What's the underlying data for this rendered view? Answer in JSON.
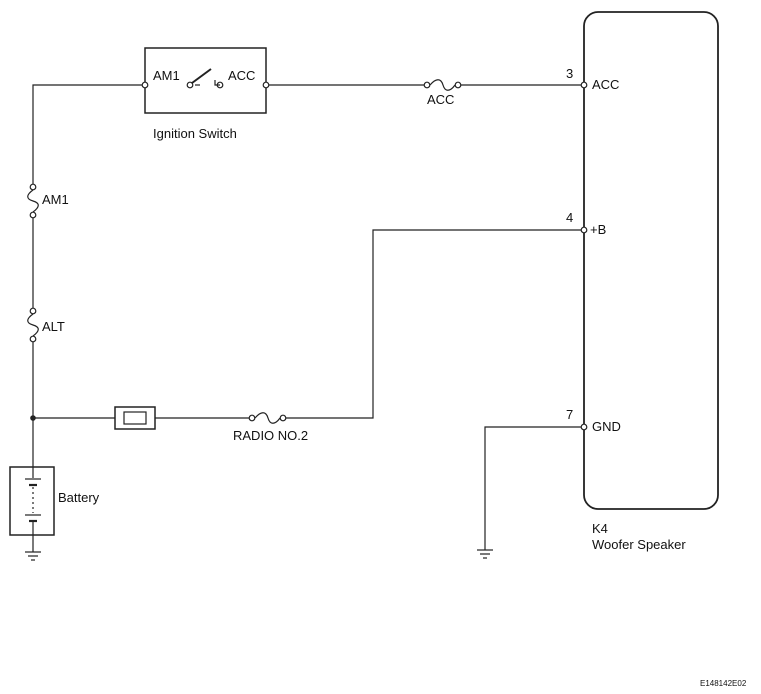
{
  "ignition_switch": {
    "name": "Ignition Switch",
    "term_left": "AM1",
    "term_right": "ACC"
  },
  "fuses": {
    "acc": "ACC",
    "am1": "AM1",
    "alt": "ALT",
    "radio": "RADIO NO.2"
  },
  "battery": {
    "name": "Battery"
  },
  "component": {
    "code": "K4",
    "name": "Woofer Speaker",
    "pins": [
      {
        "number": "3",
        "label": "ACC"
      },
      {
        "number": "4",
        "label": "+B"
      },
      {
        "number": "7",
        "label": "GND"
      }
    ]
  },
  "figure_id": "E148142E02"
}
